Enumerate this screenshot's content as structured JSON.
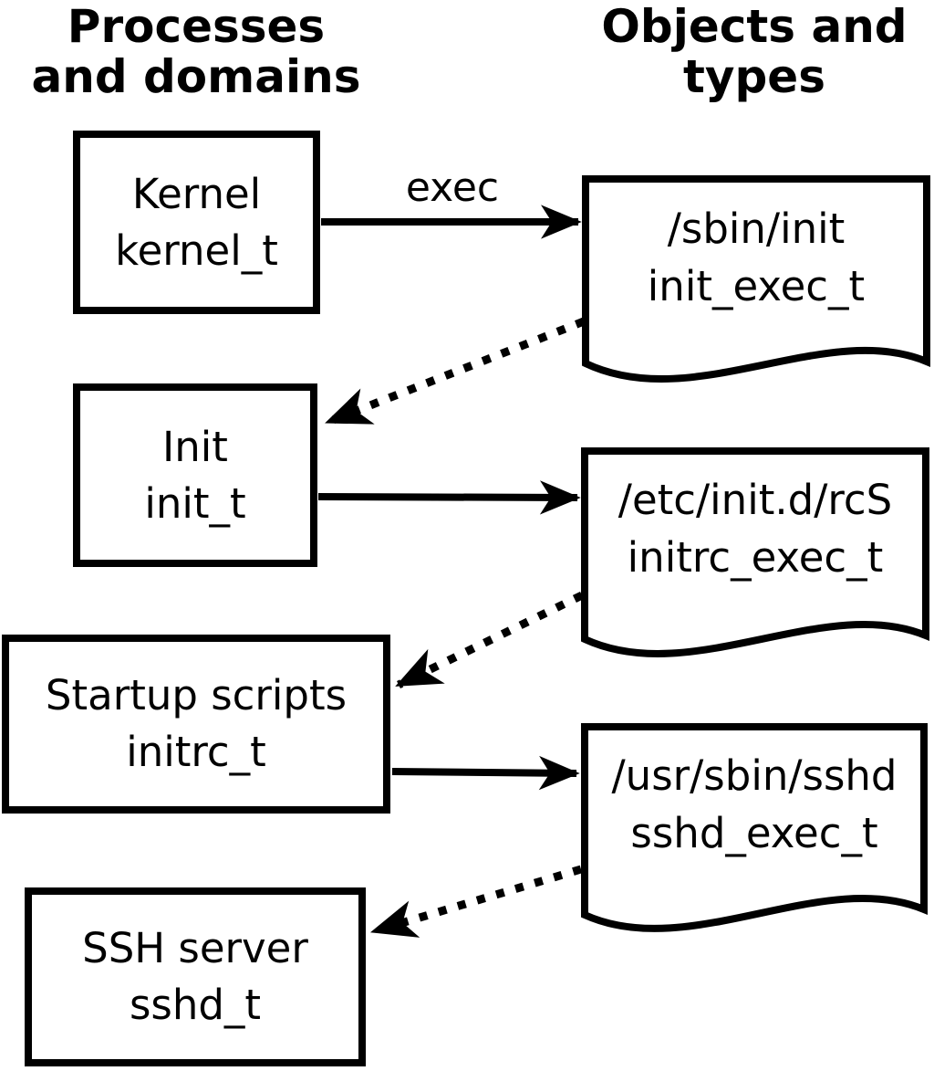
{
  "title_headers": {
    "left": {
      "line1": "Processes",
      "line2": "and domains"
    },
    "right": {
      "line1": "Objects and",
      "line2": "types"
    }
  },
  "process_nodes": [
    {
      "name": "Kernel",
      "domain": "kernel_t"
    },
    {
      "name": "Init",
      "domain": "init_t"
    },
    {
      "name": "Startup scripts",
      "domain": "initrc_t"
    },
    {
      "name": "SSH server",
      "domain": "sshd_t"
    }
  ],
  "object_nodes": [
    {
      "path": "/sbin/init",
      "type": "init_exec_t"
    },
    {
      "path": "/etc/init.d/rcS",
      "type": "initrc_exec_t"
    },
    {
      "path": "/usr/sbin/sshd",
      "type": "sshd_exec_t"
    }
  ],
  "edges": [
    {
      "from": "kernel_t",
      "to": "init_exec_t",
      "style": "solid",
      "label": "exec"
    },
    {
      "from": "init_exec_t",
      "to": "init_t",
      "style": "dotted",
      "label": ""
    },
    {
      "from": "init_t",
      "to": "initrc_exec_t",
      "style": "solid",
      "label": ""
    },
    {
      "from": "initrc_exec_t",
      "to": "initrc_t",
      "style": "dotted",
      "label": ""
    },
    {
      "from": "initrc_t",
      "to": "sshd_exec_t",
      "style": "solid",
      "label": ""
    },
    {
      "from": "sshd_exec_t",
      "to": "sshd_t",
      "style": "dotted",
      "label": ""
    }
  ],
  "colors": {
    "foreground": "#000000",
    "background": "#ffffff"
  }
}
